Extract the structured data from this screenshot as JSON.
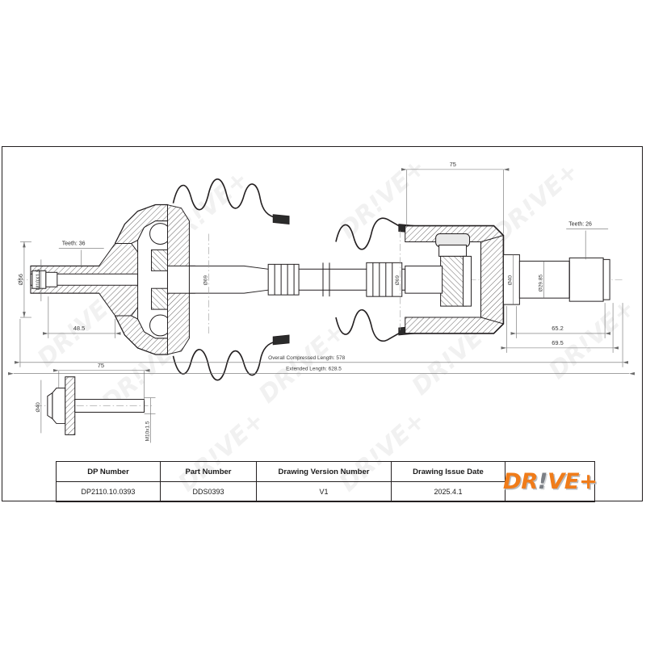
{
  "document": {
    "type": "technical-engineering-drawing",
    "subject": "CV joint drive shaft assembly"
  },
  "title_block": {
    "headers": [
      "DP Number",
      "Part Number",
      "Drawing Version Number",
      "Drawing Issue Date"
    ],
    "values": [
      "DP2110.10.0393",
      "DDS0393",
      "V1",
      "2025.4.1"
    ],
    "logo": {
      "prefix": "DR",
      "bang": "!",
      "suffix": "VE+",
      "color": "#f07c1a",
      "shadow_color": "#b9bcc0"
    }
  },
  "annotations": {
    "teeth_left": "Teeth: 36",
    "teeth_right": "Teeth: 26",
    "dia_56": "Ø56",
    "thread_left": "M10X1.5",
    "len_48_5": "48.5",
    "dia_69_left": "Ø69",
    "dia_69_right": "Ø69",
    "housing_75": "75",
    "dia_40_right": "Ø40",
    "dia_29_85": "Ø29.85",
    "len_65_2": "65.2",
    "len_69_5": "69.5",
    "overall_compressed": "Overall  Compressed  Length: 578",
    "extended": "Extended  Length: 628.5",
    "bolt_len_75": "75",
    "bolt_dia_40": "Ø40",
    "bolt_thread": "M10x1.5"
  },
  "watermark": {
    "text": "DR!VE+"
  }
}
